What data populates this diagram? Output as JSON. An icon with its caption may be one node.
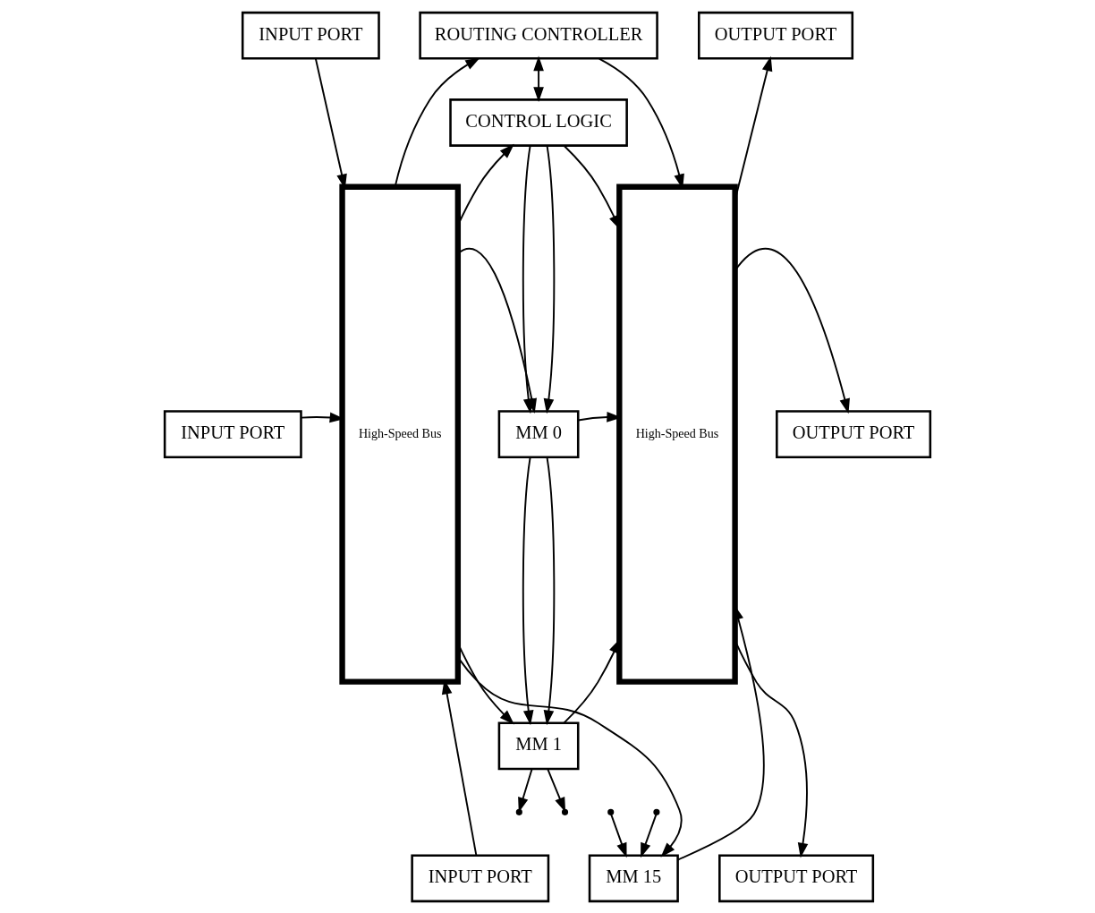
{
  "diagram": {
    "nodes": [
      {
        "text": [
          "INPUT PORT"
        ]
      },
      {
        "text": [
          "INPUT PORT"
        ]
      },
      {
        "text": [
          "INPUT PORT"
        ]
      },
      {
        "text": [
          "High-Speed Bus"
        ]
      },
      {
        "text": [
          "ROUTING CONTROLLER"
        ]
      },
      {
        "text": [
          "CONTROL LOGIC"
        ]
      },
      {
        "text": [
          "MM 0"
        ]
      },
      {
        "text": [
          "MM 1"
        ]
      },
      {
        "text": [
          "MM 15"
        ]
      },
      {
        "text": [
          "High-Speed Bus"
        ]
      },
      {
        "text": [
          "OUTPUT PORT"
        ]
      },
      {
        "text": [
          "OUTPUT PORT"
        ]
      },
      {
        "text": [
          "OUTPUT PORT"
        ]
      }
    ],
    "edges": [
      {
        "from": 0,
        "to": 3,
        "arrow": "to"
      },
      {
        "from": 1,
        "to": 3,
        "arrow": "to"
      },
      {
        "from": 2,
        "to": 3,
        "arrow": "to"
      },
      {
        "from": 3,
        "to": 4,
        "arrow": "to"
      },
      {
        "from": 3,
        "to": 5,
        "arrow": "to"
      },
      {
        "from": 3,
        "to": 6,
        "arrow": "to"
      },
      {
        "from": 3,
        "to": 7,
        "arrow": "to"
      },
      {
        "from": 3,
        "to": 8,
        "arrow": "to"
      },
      {
        "from": 4,
        "to": 5,
        "arrow": "both"
      },
      {
        "from": 5,
        "to": 6,
        "arrow": "to"
      },
      {
        "from": 5,
        "to": 6,
        "arrow": "to"
      },
      {
        "from": 6,
        "to": 7,
        "arrow": "to"
      },
      {
        "from": 6,
        "to": 7,
        "arrow": "to"
      },
      {
        "from": 7,
        "to": null,
        "arrow": "to"
      },
      {
        "from": 7,
        "to": null,
        "arrow": "to"
      },
      {
        "from": null,
        "to": 8,
        "arrow": "to"
      },
      {
        "from": null,
        "to": 8,
        "arrow": "to"
      },
      {
        "from": 4,
        "to": 9,
        "arrow": "to"
      },
      {
        "from": 5,
        "to": 9,
        "arrow": "to"
      },
      {
        "from": 6,
        "to": 9,
        "arrow": "to"
      },
      {
        "from": 7,
        "to": 9,
        "arrow": "to"
      },
      {
        "from": 8,
        "to": 9,
        "arrow": "to"
      },
      {
        "from": 9,
        "to": 10,
        "arrow": "to"
      },
      {
        "from": 9,
        "to": 11,
        "arrow": "to"
      },
      {
        "from": 9,
        "to": 12,
        "arrow": "to"
      }
    ]
  }
}
